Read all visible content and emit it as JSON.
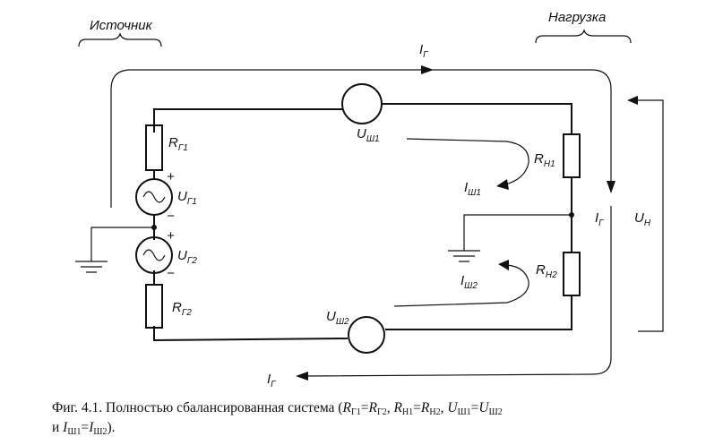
{
  "labels": {
    "source": "Источник",
    "load": "Нагрузка",
    "i_top": "I",
    "i_top_sub": "Г",
    "i_right": "I",
    "i_right_sub": "Г",
    "i_bottom": "I",
    "i_bottom_sub": "Г",
    "u_load": "U",
    "u_load_sub": "Н",
    "r_g1": "R",
    "r_g1_sub": "Г1",
    "r_g2": "R",
    "r_g2_sub": "Г2",
    "u_g1": "U",
    "u_g1_sub": "Г1",
    "u_g2": "U",
    "u_g2_sub": "Г2",
    "u_sh1": "U",
    "u_sh1_sub": "Ш1",
    "u_sh2": "U",
    "u_sh2_sub": "Ш2",
    "r_n1": "R",
    "r_n1_sub": "Н1",
    "r_n2": "R",
    "r_n2_sub": "Н2",
    "i_sh1": "I",
    "i_sh1_sub": "Ш1",
    "i_sh2": "I",
    "i_sh2_sub": "Ш2",
    "plus_1": "+",
    "minus_1": "−",
    "plus_2": "+",
    "minus_2": "−"
  },
  "caption": {
    "line1_start": "Фиг.  4.1.  Полностью  сбалансированная  система  (",
    "r1": "R",
    "r1_sub": "Г1",
    "eq1": "=",
    "r2": "R",
    "r2_sub": "Г2",
    "sep1": ",  ",
    "r3": "R",
    "r3_sub": "Н1",
    "eq2": "=",
    "r4": "R",
    "r4_sub": "Н2",
    "sep2": ",  ",
    "u1": "U",
    "u1_sub": "Ш1",
    "eq3": "=",
    "u2": "U",
    "u2_sub": "Ш2",
    "line2_start": "и  ",
    "i1": "I",
    "i1_sub": "Ш1",
    "eq4": "=",
    "i2": "I",
    "i2_sub": "Ш2",
    "end": ")."
  }
}
